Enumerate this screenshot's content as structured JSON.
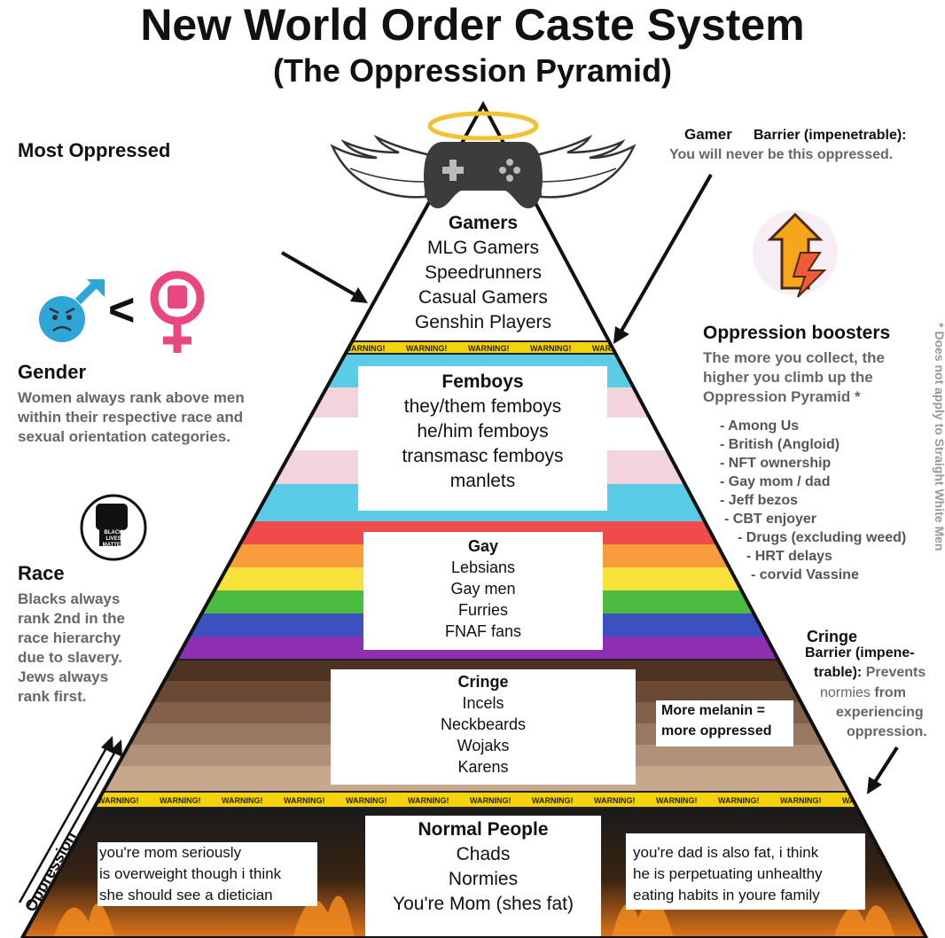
{
  "title": "New World Order Caste System",
  "subtitle": "(The Oppression Pyramid)",
  "left": {
    "most_oppressed": "Most Oppressed",
    "gender_heading": "Gender",
    "gender_text_1": "Women always rank above men",
    "gender_text_2": "within their respective race and",
    "gender_text_3": "sexual orientation categories.",
    "gender_compare": "<",
    "blm_badge_1": "BLACK",
    "blm_badge_2": "LIVES",
    "blm_badge_3": "MATTER",
    "race_heading": "Race",
    "race_lines": [
      "Blacks always",
      "rank 2nd in the",
      "race hierarchy",
      "due to slavery.",
      "Jews always",
      "rank first."
    ],
    "oppression_axis": "Oppression"
  },
  "right": {
    "gamer_barrier_1": "Gamer",
    "gamer_barrier_2": "Barrier (impenetrable):",
    "gamer_barrier_3": "You will never be this oppressed.",
    "boosters_heading": "Oppression boosters",
    "boosters_text_1": "The more you collect, the",
    "boosters_text_2": "higher you climb up the",
    "boosters_text_3": "Oppression Pyramid *",
    "boosters": [
      "- Among Us",
      "- British (Angloid)",
      "- NFT ownership",
      "- Gay mom / dad",
      "- Jeff bezos",
      "- CBT enjoyer",
      "- Drugs (excluding weed)",
      "- HRT delays",
      "- corvid Vassine"
    ],
    "footnote": "* Does not apply to Straight White Men",
    "cringe_barrier_1": "Cringe",
    "cringe_barrier_2": "Barrier (impene-",
    "cringe_barrier_3": "trable):",
    "cringe_barrier_4": "Prevents",
    "cringe_barrier_5": "normies",
    "cringe_barrier_6": "from",
    "cringe_barrier_7": "experiencing",
    "cringe_barrier_8": "oppression.",
    "melanin_1": "More melanin =",
    "melanin_2": "more oppressed"
  },
  "warning_text": "WARNING!",
  "tiers": {
    "gamers": {
      "heading": "Gamers",
      "items": [
        "MLG Gamers",
        "Speedrunners",
        "Casual Gamers",
        "Genshin Players"
      ]
    },
    "femboys": {
      "heading": "Femboys",
      "items": [
        "they/them femboys",
        "he/him femboys",
        "transmasc femboys",
        "manlets"
      ]
    },
    "gay": {
      "heading": "Gay",
      "items": [
        "Lebsians",
        "Gay men",
        "Furries",
        "FNAF fans"
      ]
    },
    "cringe": {
      "heading": "Cringe",
      "items": [
        "Incels",
        "Neckbeards",
        "Wojaks",
        "Karens"
      ]
    },
    "normal": {
      "heading": "Normal People",
      "items": [
        "Chads",
        "Normies",
        "You're Mom (shes fat)"
      ]
    }
  },
  "bottom_left_note": [
    "you're mom seriously",
    "is overweight though i think",
    "she should see a dietician"
  ],
  "bottom_right_note": [
    "you're dad is also fat, i think",
    "he is perpetuating unhealthy",
    "eating habits in youre family"
  ],
  "colors": {
    "trans_blue": "#5bcce8",
    "trans_pink": "#f3d4dc",
    "rainbow": [
      "#f04a4a",
      "#f89c3c",
      "#f7e13a",
      "#4cbc40",
      "#3d50c0",
      "#8e2fb2"
    ],
    "skin": [
      "#4f3322",
      "#6a4a35",
      "#82604a",
      "#98785f",
      "#b09078",
      "#c8a88c"
    ],
    "warning_yellow": "#f5d20a",
    "male_blue": "#2fa6d8",
    "female_pink": "#e8477f"
  }
}
